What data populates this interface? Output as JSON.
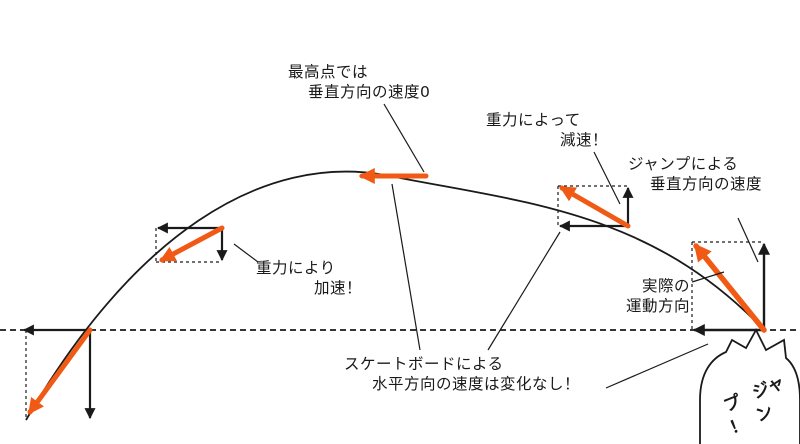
{
  "colors": {
    "velocity_arrow": "#f05a14",
    "line": "#1a1a1a",
    "background": "#ffffff"
  },
  "labels": {
    "top_point": {
      "line1": "最高点では",
      "line2": "垂直方向の速度0"
    },
    "gravity_decelerate": {
      "line1": "重力によって",
      "line2": "減速！"
    },
    "jump_vertical": {
      "line1": "ジャンプによる",
      "line2": "垂直方向の速度"
    },
    "actual_direction": {
      "line1": "実際の",
      "line2": "運動方向"
    },
    "gravity_accelerate": {
      "line1": "重力により",
      "line2": "加速！"
    },
    "skateboard_horizontal": {
      "line1": "スケートボードによる",
      "line2": "水平方向の速度は変化なし！"
    },
    "jump_bubble": {
      "line1": "ジャ",
      "line2": "ン",
      "line3": "プ",
      "line4": "！"
    }
  }
}
